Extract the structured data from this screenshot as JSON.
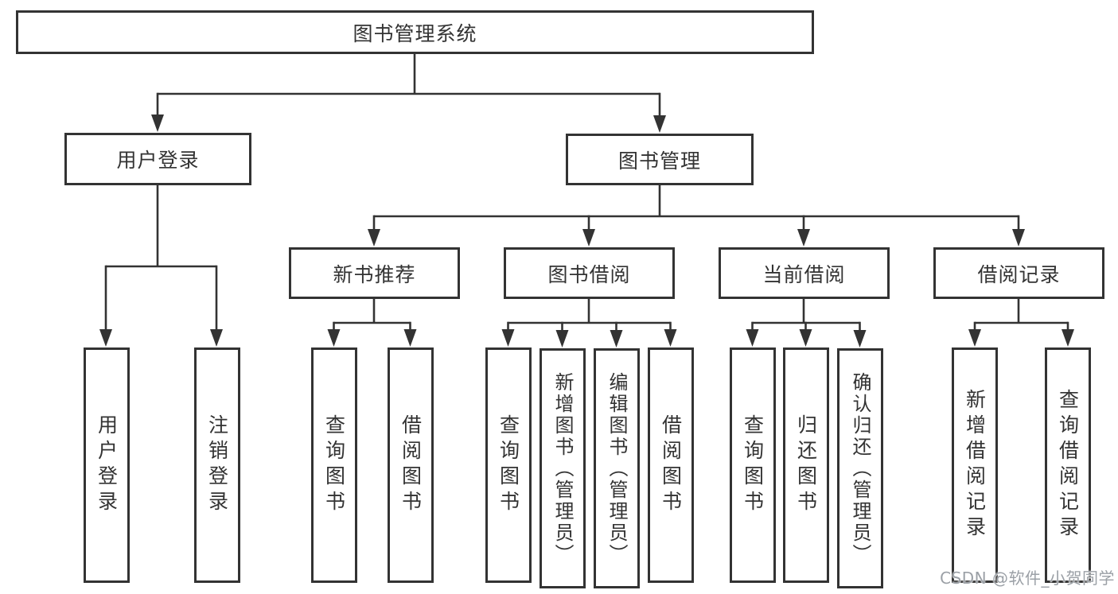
{
  "diagram": {
    "background": "#ffffff",
    "line_color": "#333333",
    "text_color": "#333333",
    "nodes": {
      "root": "图书管理系统",
      "user_login": "用户登录",
      "book_mgmt": "图书管理",
      "new_book_rec": "新书推荐",
      "book_borrow": "图书借阅",
      "current_borrow": "当前借阅",
      "borrow_records": "借阅记录",
      "v_user_login": "用户登录",
      "v_logout": "注销登录",
      "v_query_books_a": "查询图书",
      "v_borrow_books_a": "借阅图书",
      "v_query_books_b": "查询图书",
      "v_add_books": "新增图书（管理员）",
      "v_edit_books": "编辑图书（管理员）",
      "v_borrow_books_b": "借阅图书",
      "v_query_books_c": "查询图书",
      "v_return_books": "归还图书",
      "v_confirm_return": "确认归还（管理员）",
      "v_add_borrow_record": "新增借阅记录",
      "v_query_borrow_record": "查询借阅记录"
    },
    "hierarchy": {
      "图书管理系统": {
        "用户登录": [
          "用户登录",
          "注销登录"
        ],
        "图书管理": {
          "新书推荐": [
            "查询图书",
            "借阅图书"
          ],
          "图书借阅": [
            "查询图书",
            "新增图书（管理员）",
            "编辑图书（管理员）",
            "借阅图书"
          ],
          "当前借阅": [
            "查询图书",
            "归还图书",
            "确认归还（管理员）"
          ],
          "借阅记录": [
            "新增借阅记录",
            "查询借阅记录"
          ]
        }
      }
    },
    "watermark": {
      "text": "CSDN @软件_小贺同学",
      "color": "#9ba0a6"
    }
  }
}
